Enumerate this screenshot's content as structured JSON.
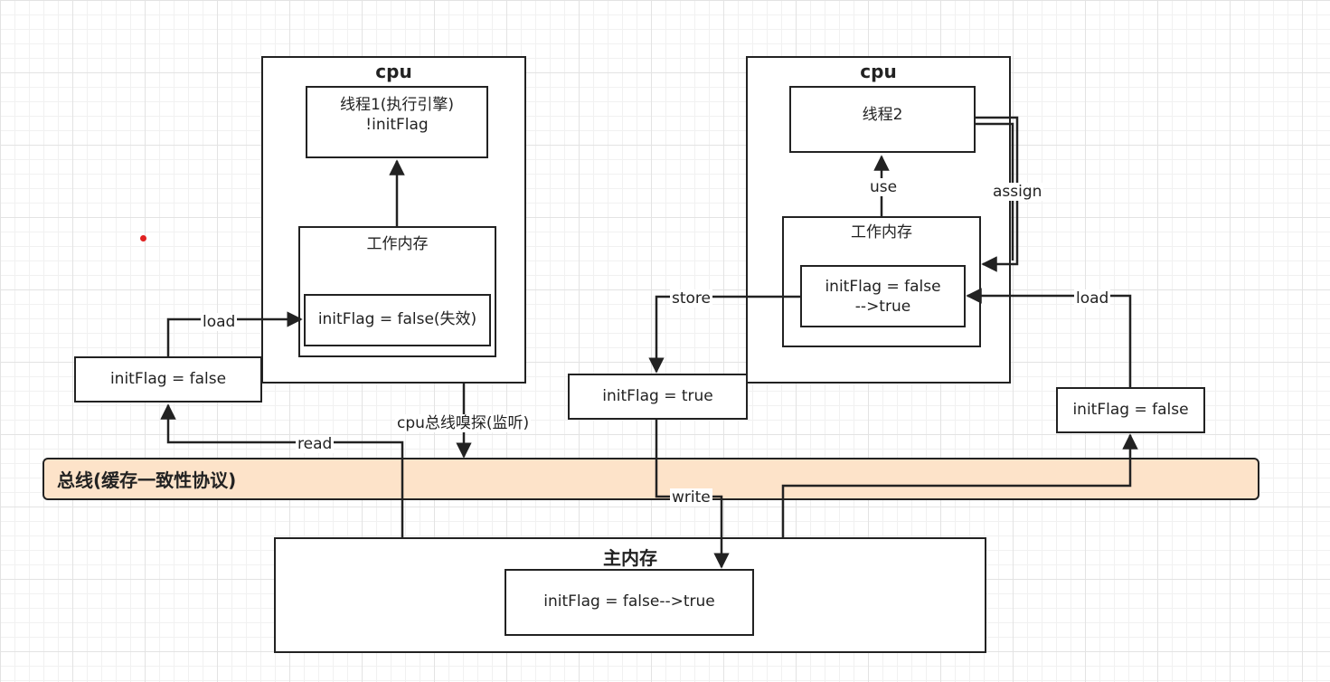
{
  "cpu1": {
    "title": "cpu",
    "thread": {
      "line1": "线程1(执行引擎)",
      "line2": "!initFlag"
    },
    "work_memory": {
      "label": "工作内存",
      "var": "initFlag = false(失效)"
    }
  },
  "cpu2": {
    "title": "cpu",
    "thread": {
      "line1": "线程2"
    },
    "work_memory": {
      "label": "工作内存",
      "var_line1": "initFlag = false",
      "var_line2": "-->true"
    }
  },
  "left_var": "initFlag = false",
  "middle_var": "initFlag = true",
  "right_var": "initFlag = false",
  "bus": {
    "label": "总线(缓存一致性协议)",
    "color": "#fde3c9"
  },
  "main_memory": {
    "title": "主内存",
    "var": "initFlag = false-->true"
  },
  "edges": {
    "load_left": "load",
    "read": "read",
    "snoop": "cpu总线嗅探(监听)",
    "store": "store",
    "write": "write",
    "use": "use",
    "assign": "assign",
    "load_right": "load"
  },
  "colors": {
    "stroke": "#222222",
    "marker": "#e02020"
  }
}
